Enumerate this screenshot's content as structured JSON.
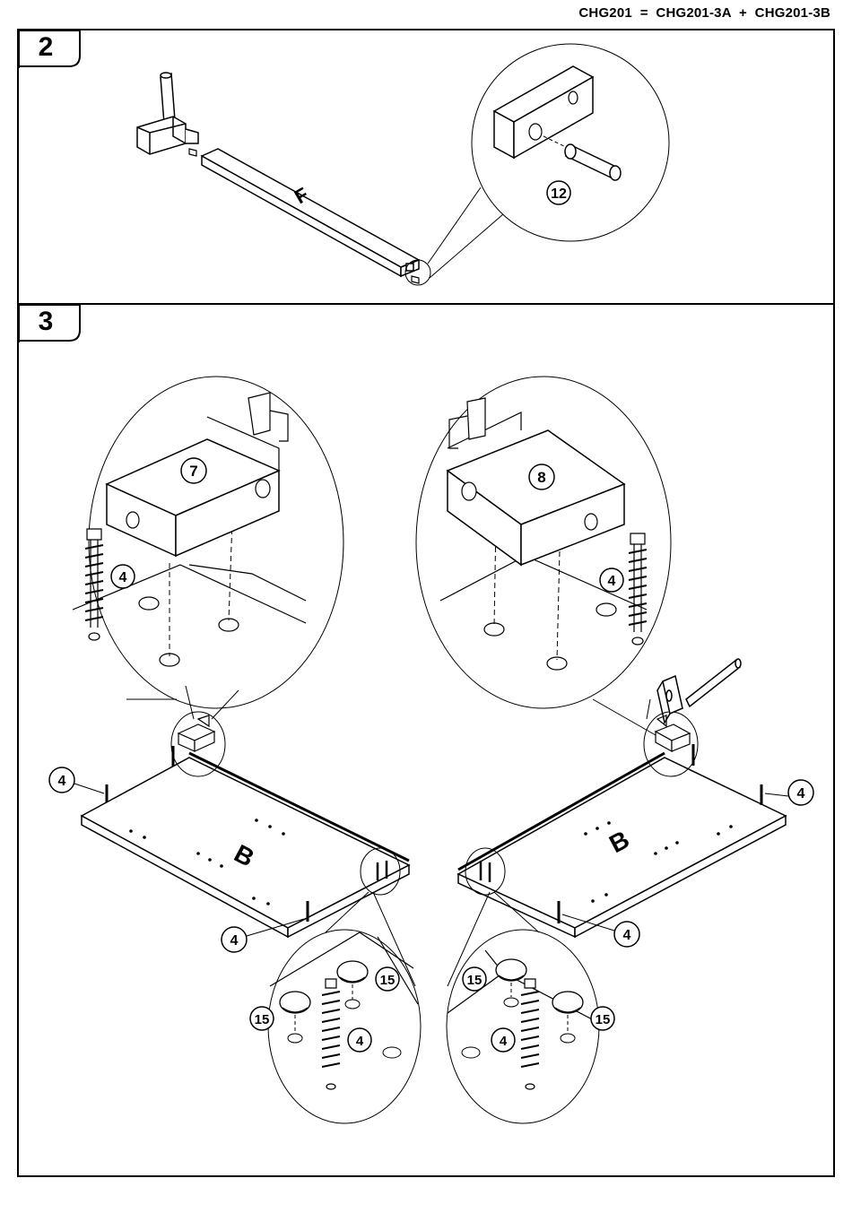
{
  "header": {
    "model": "CHG201",
    "eq": "=",
    "part_a": "CHG201-3A",
    "plus": "+",
    "part_b": "CHG201-3B"
  },
  "steps": [
    {
      "number": "2",
      "panel_letter": "F",
      "parts": [
        "12"
      ]
    },
    {
      "number": "3",
      "panel_letter": "B",
      "parts": [
        "7",
        "8",
        "4",
        "15"
      ]
    }
  ],
  "labels": {
    "part7": "7",
    "part8": "8",
    "part4": "4",
    "part12": "12",
    "part15": "15",
    "letterF": "F",
    "letterB": "B"
  },
  "icons": [
    "hammer-icon",
    "dowel-icon",
    "bolt-icon",
    "cam-lock-icon",
    "cap-icon"
  ]
}
